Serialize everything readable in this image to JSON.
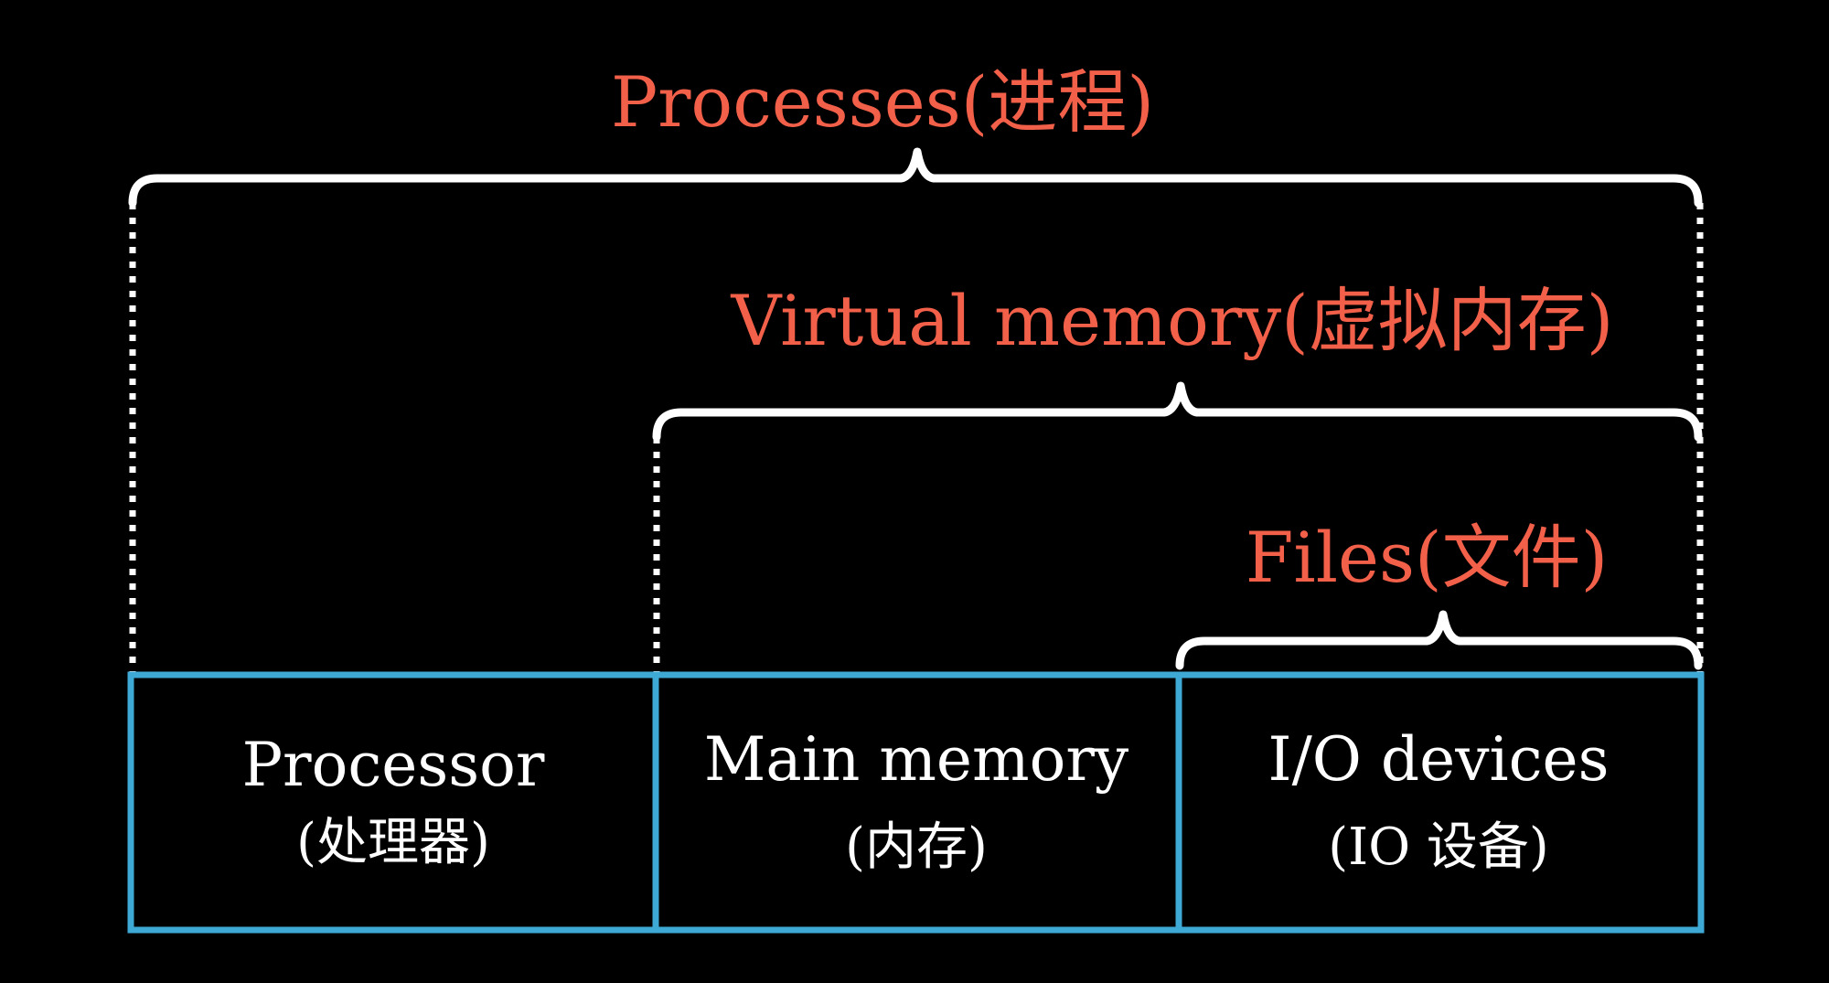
{
  "colors": {
    "background": "#000000",
    "abstraction_label": "#f2604a",
    "device_box": "#3fa9d6",
    "foreground": "#ffffff"
  },
  "abstractions": {
    "processes": {
      "label": "Processes(进程)"
    },
    "virtual_memory": {
      "label": "Virtual memory(虚拟内存)"
    },
    "files": {
      "label": "Files(文件)"
    }
  },
  "devices": [
    {
      "name": "Processor",
      "sub": "(处理器)"
    },
    {
      "name": "Main memory",
      "sub": "(内存)"
    },
    {
      "name": "I/O devices",
      "sub": "(IO 设备)"
    }
  ]
}
